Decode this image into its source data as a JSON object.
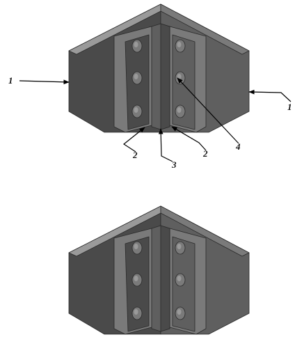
{
  "colors": {
    "background": "#ffffff",
    "face_dark": "#4a4a4a",
    "face_mid": "#5f5f5f",
    "face_light": "#7a7a7a",
    "top_edge": "#9a9a9a",
    "outline": "#2a2a2a",
    "leader": "#000000"
  },
  "figures": [
    {
      "id": "top",
      "annotated": true
    },
    {
      "id": "bottom",
      "annotated": false
    }
  ],
  "callouts": [
    {
      "id": "left-panel",
      "label": "1"
    },
    {
      "id": "right-panel",
      "label": "1"
    },
    {
      "id": "left-angle",
      "label": "2"
    },
    {
      "id": "right-angle",
      "label": "2"
    },
    {
      "id": "center-spacer",
      "label": "3"
    },
    {
      "id": "bolt",
      "label": "4"
    }
  ]
}
